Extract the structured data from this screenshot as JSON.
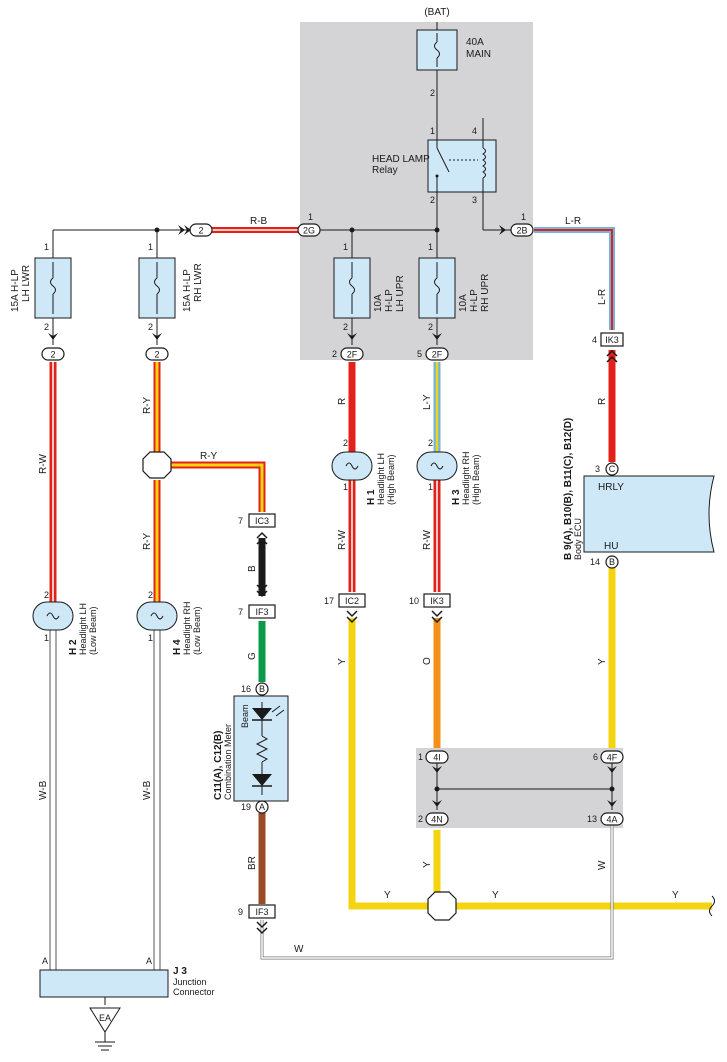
{
  "colors": {
    "panel": "#d4d4d6",
    "component_fill": "#cfe8f7",
    "red": "#e32119",
    "yellow": "#f4d310",
    "green": "#0a9a49",
    "orange": "#f39019",
    "brown": "#9a4a26",
    "black": "#1a1a1a",
    "white": "#ffffff",
    "blue": "#6fb5e0"
  },
  "power": {
    "bat": "(BAT)",
    "fuse_main": [
      "40A",
      "MAIN"
    ]
  },
  "relay": {
    "name": [
      "HEAD LAMP",
      "Relay"
    ]
  },
  "fuses": {
    "lh_lwr": [
      "15A H-LP",
      "LH LWR"
    ],
    "rh_lwr": [
      "15A H-LP",
      "RH LWR"
    ],
    "lh_upr": [
      "10A",
      "H-LP",
      "LH UPR"
    ],
    "rh_upr": [
      "10A",
      "H-LP",
      "RH UPR"
    ]
  },
  "connectors": {
    "c_2_left": "2",
    "c_2g": "2G",
    "c_2b": "2B",
    "c_2_a": "2",
    "c_2_b": "2",
    "c_2f_a": "2F",
    "c_2f_b": "2F",
    "c_ik3_top": "IK3",
    "c_ic3": "IC3",
    "c_if3_top": "IF3",
    "c_ic2": "IC2",
    "c_ik3_mid": "IK3",
    "c_if3_bot": "IF3",
    "c_4i": "4I",
    "c_4f": "4F",
    "c_4n": "4N",
    "c_4a": "4A",
    "c_b": "B",
    "c_a": "A",
    "c_c": "C",
    "c_b2": "B"
  },
  "pins": {
    "p1": "1",
    "p2": "2",
    "p3": "3",
    "p4": "4",
    "p5": "5",
    "p6": "6",
    "p7": "7",
    "p9": "9",
    "p10": "10",
    "p13": "13",
    "p14": "14",
    "p16": "16",
    "p17": "17",
    "p19": "19",
    "pA": "A"
  },
  "wires": {
    "rb": "R-B",
    "lr": "L-R",
    "rw": "R-W",
    "ry": "R-Y",
    "r": "R",
    "ly": "L-Y",
    "b": "B",
    "g": "G",
    "y": "Y",
    "o": "O",
    "br": "BR",
    "w": "W",
    "wb": "W-B"
  },
  "headlights": {
    "h1": {
      "id": "H 1",
      "name": "Headlight LH",
      "beam": "(High Beam)"
    },
    "h3": {
      "id": "H 3",
      "name": "Headlight RH",
      "beam": "(High Beam)"
    },
    "h2": {
      "id": "H 2",
      "name": "Headlight LH",
      "beam": "(Low Beam)"
    },
    "h4": {
      "id": "H 4",
      "name": "Headlight RH",
      "beam": "(Low Beam)"
    }
  },
  "ecu": {
    "id": "B 9(A), B10(B), B11(C), B12(D)",
    "name": "Body ECU",
    "t1": "HRLY",
    "t2": "HU"
  },
  "meter": {
    "id": "C11(A), C12(B)",
    "name": "Combination Meter",
    "beam": "Beam"
  },
  "junction": {
    "id": "J 3",
    "name": [
      "Junction",
      "Connector"
    ]
  },
  "ground": "EA"
}
